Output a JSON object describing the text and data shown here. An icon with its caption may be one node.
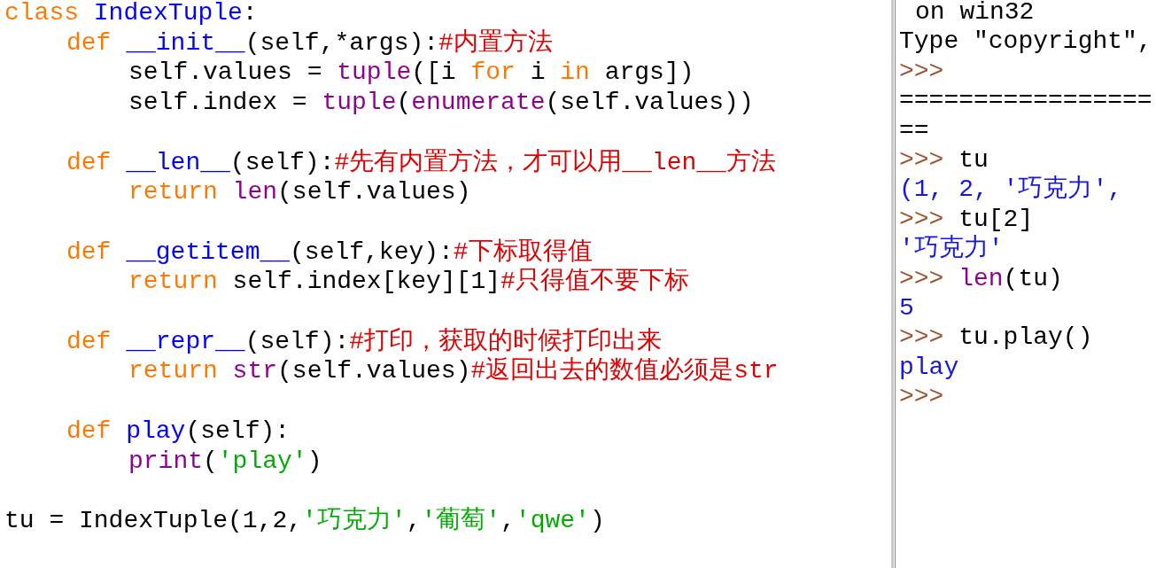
{
  "diagram": {
    "labels": [
      "class IndexTuple:",
      "def __init__(self,*args):#内置方法",
      "self.values = tuple([i for i in args])",
      "self.index = tuple(enumerate(self.values))",
      "def __len__(self):#先有内置方法，才可以用__len__方法",
      "return len(self.values)",
      "def __getitem__(self,key):#下标取得值",
      "return self.index[key][1]#只得值不要下标",
      "def __repr__(self):#打印，获取的时候打印出来",
      "return str(self.values)#返回出去的数值必须是str",
      "def play(self):",
      "print('play')",
      "tu = IndexTuple(1,2,'巧克力','葡萄','qwe')",
      "on win32",
      "Type \"copyright\",",
      ">>>",
      "=================",
      "==",
      ">>> tu",
      "(1, 2, '巧克力',",
      ">>> tu[2]",
      "'巧克力'",
      ">>> len(tu)",
      "5",
      ">>> tu.play()",
      "play",
      ">>>"
    ]
  }
}
